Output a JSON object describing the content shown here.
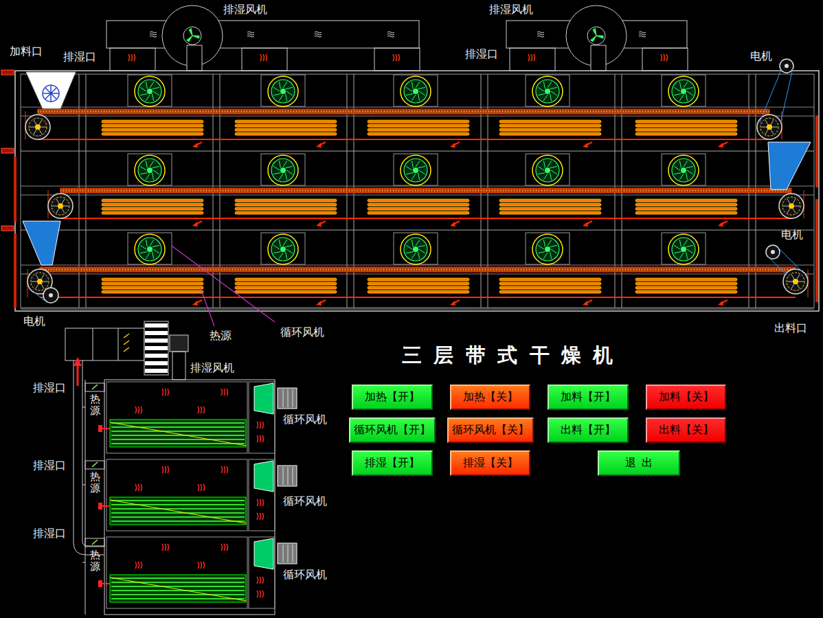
{
  "diagram": {
    "title": "三层带式干燥机",
    "nodes": [
      {
        "text": [
          "加热【开】"
        ]
      },
      {
        "text": [
          "加热【关】"
        ]
      },
      {
        "text": [
          "加料【开】"
        ]
      },
      {
        "text": [
          "加料【关】"
        ]
      },
      {
        "text": [
          "循环风机【开】"
        ]
      },
      {
        "text": [
          "循环风机【关】"
        ]
      },
      {
        "text": [
          "出料【开】"
        ]
      },
      {
        "text": [
          "出料【关】"
        ]
      },
      {
        "text": [
          "排湿【开】"
        ]
      },
      {
        "text": [
          "排湿【关】"
        ]
      },
      {
        "text": [
          "退出"
        ]
      }
    ],
    "labels": [
      "加料口",
      "排湿口",
      "排湿风机",
      "排湿口",
      "排湿风机",
      "电机",
      "电机",
      "电机",
      "出料口",
      "热源",
      "循环风机",
      "排湿风机",
      "排湿口",
      "热源",
      "循环风机",
      "排湿口",
      "热源",
      "循环风机",
      "排湿口",
      "热源",
      "循环风机"
    ]
  }
}
